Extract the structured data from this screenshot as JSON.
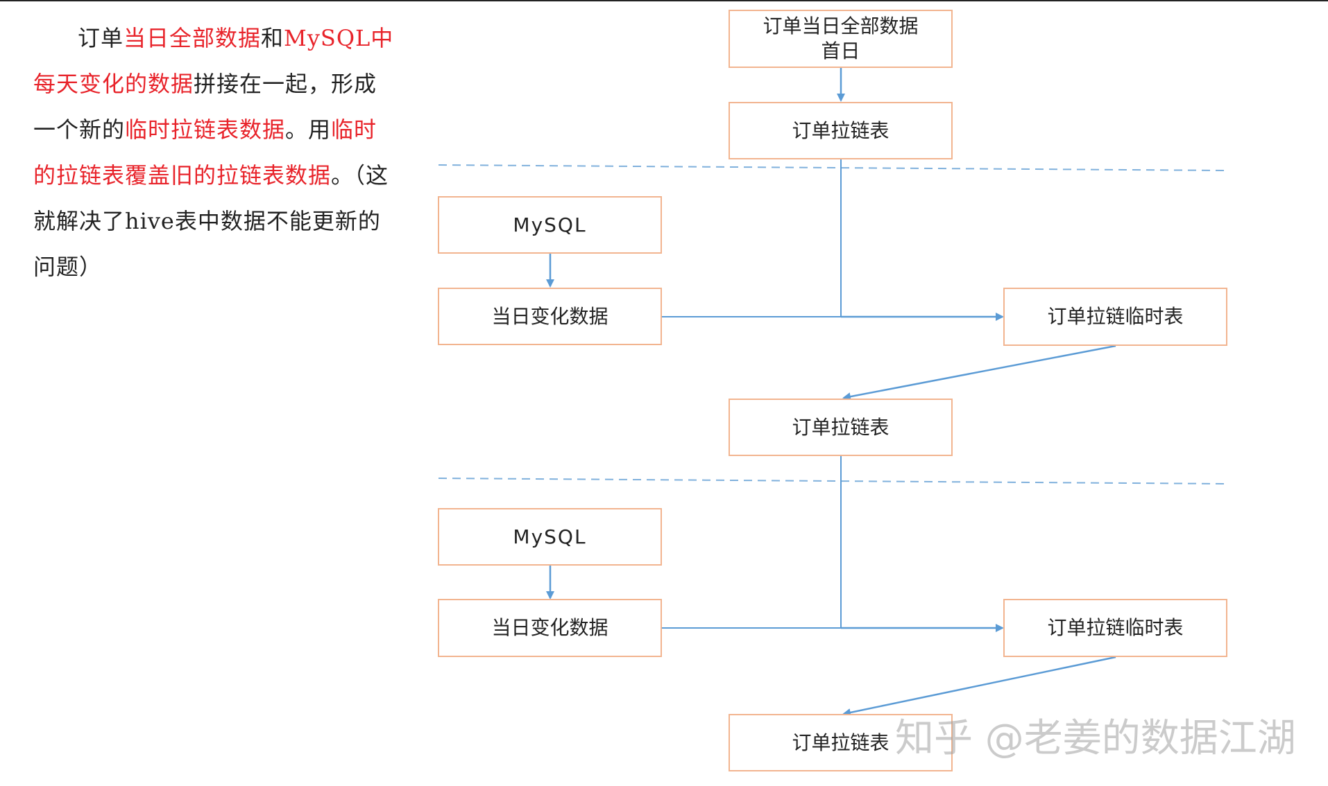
{
  "explanation": [
    {
      "text": "订单",
      "red": false
    },
    {
      "text": "当日全部数据",
      "red": true
    },
    {
      "text": "和",
      "red": false
    },
    {
      "text": "MySQL中每天变化的数据",
      "red": true
    },
    {
      "text": "拼接在一起，形成一个新的",
      "red": false
    },
    {
      "text": "临时拉链表数据",
      "red": true
    },
    {
      "text": "。用",
      "red": false
    },
    {
      "text": "临时的拉链表覆盖旧的拉链表数据",
      "red": true
    },
    {
      "text": "。（这就解决了hive表中数据不能更新的问题）",
      "red": false
    }
  ],
  "nodes": {
    "first_day_full": "订单当日全部数据\n首日",
    "zipper_1": "订单拉链表",
    "mysql_1": "MySQL",
    "daily_change_1": "当日变化数据",
    "zipper_temp_1": "订单拉链临时表",
    "zipper_2": "订单拉链表",
    "mysql_2": "MySQL",
    "daily_change_2": "当日变化数据",
    "zipper_temp_2": "订单拉链临时表",
    "zipper_3": "订单拉链表"
  },
  "watermark": "知乎 @老姜的数据江湖",
  "colors": {
    "box_border": "#f2b48f",
    "arrow": "#5b9bd5",
    "dashed_separator": "#7fb0dc",
    "highlight_text": "#e8232a"
  }
}
